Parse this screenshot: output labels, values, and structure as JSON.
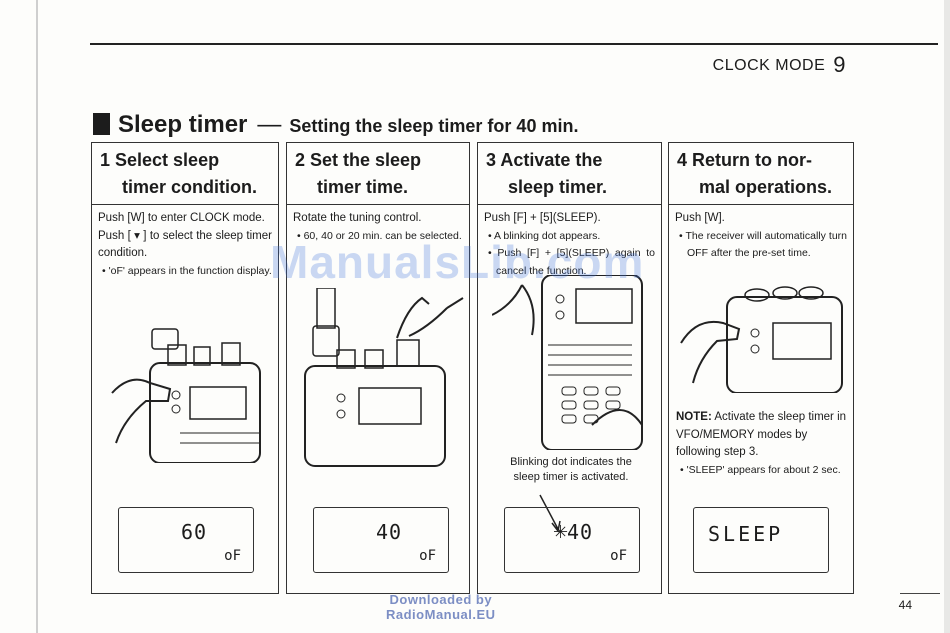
{
  "header": {
    "section": "CLOCK MODE",
    "chapter_number": "9"
  },
  "title": {
    "main": "Sleep timer",
    "dash": "—",
    "subtitle": "Setting the sleep timer for 40 min."
  },
  "panels": [
    {
      "heading_line1": "1 Select  sleep",
      "heading_line2": "timer condition.",
      "text1": "Push [W] to enter CLOCK mode.",
      "text2": "Push  [ ▾ ] to select the sleep timer condition.",
      "bullet": "• 'oF' appears in the function display.",
      "lcd_main": "60",
      "lcd_sub": "oF"
    },
    {
      "heading_line1": "2 Set the sleep",
      "heading_line2": "timer time.",
      "text1": "Rotate the tuning control.",
      "bullet": "• 60, 40 or 20 min. can be selected.",
      "lcd_main": "40",
      "lcd_sub": "oF"
    },
    {
      "heading_line1": "3 Activate the",
      "heading_line2": "sleep timer.",
      "text1": "Push [F] + [5](SLEEP).",
      "bullet1": "• A blinking dot appears.",
      "bullet2": "• Push [F] + [5](SLEEP) again to cancel the function.",
      "caption": "Blinking dot indicates the sleep timer is activated.",
      "lcd_main": "40",
      "lcd_sub": "oF"
    },
    {
      "heading_line1": "4 Return to nor-",
      "heading_line2": "mal operations.",
      "text1": "Push [W].",
      "bullet": "• The receiver will automatically turn OFF after the pre-set time.",
      "note_label": "NOTE:",
      "note_text": "Activate the sleep timer in VFO/MEMORY modes by following step 3.",
      "note_bullet": "• 'SLEEP' appears for about 2 sec.",
      "lcd_main": "SLEEP"
    }
  ],
  "watermark": "ManualsLib.com",
  "download_line1": "Downloaded by",
  "download_line2": "RadioManual.EU",
  "page_number": "44"
}
